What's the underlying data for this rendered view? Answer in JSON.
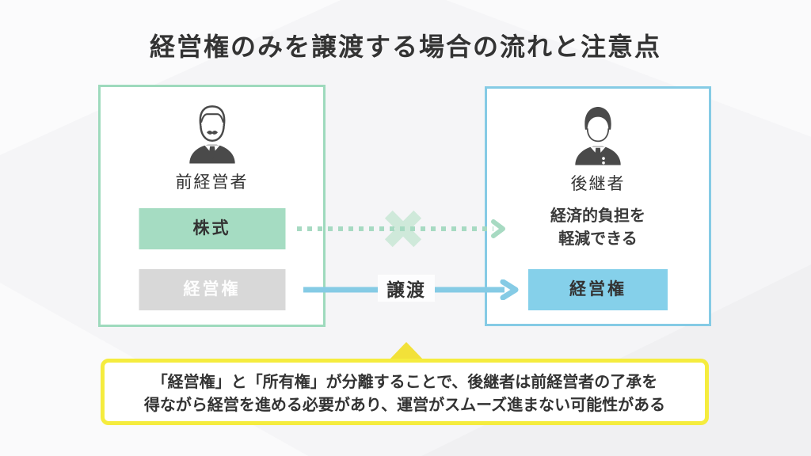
{
  "title": "経営権のみを譲渡する場合の流れと注意点",
  "left_panel": {
    "person_icon": "businessman-mustache-icon",
    "person_label": "前経営者",
    "stock_label": "株式",
    "management_label": "経営権"
  },
  "right_panel": {
    "person_icon": "businessman-icon",
    "person_label": "後継者",
    "benefit_line1": "経済的負担を",
    "benefit_line2": "軽減できる",
    "management_label": "経営権"
  },
  "connectors": {
    "blocked_icon": "cross-icon",
    "blocked_arrow_style": "dotted",
    "transfer_label": "譲渡",
    "pointer_icon": "triangle-up-icon"
  },
  "note": {
    "line1": "「経営権」と「所有権」が分離することで、後継者は前経営者の了承を",
    "line2": "得ながら経営を進める必要があり、運営がスムーズ進まない可能性がある"
  },
  "colors": {
    "background": "#f5f5f7",
    "text": "#333333",
    "green_border": "#9edabd",
    "green_fill": "#a5dcc2",
    "gray_fill": "#d8d8d8",
    "blue_border": "#85cbe5",
    "blue_fill": "#85d0ea",
    "dotted_arrow": "#a7dac2",
    "cross": "#cfe9da",
    "yellow_border": "#f5ec3e",
    "yellow_triangle": "#f2e139"
  }
}
